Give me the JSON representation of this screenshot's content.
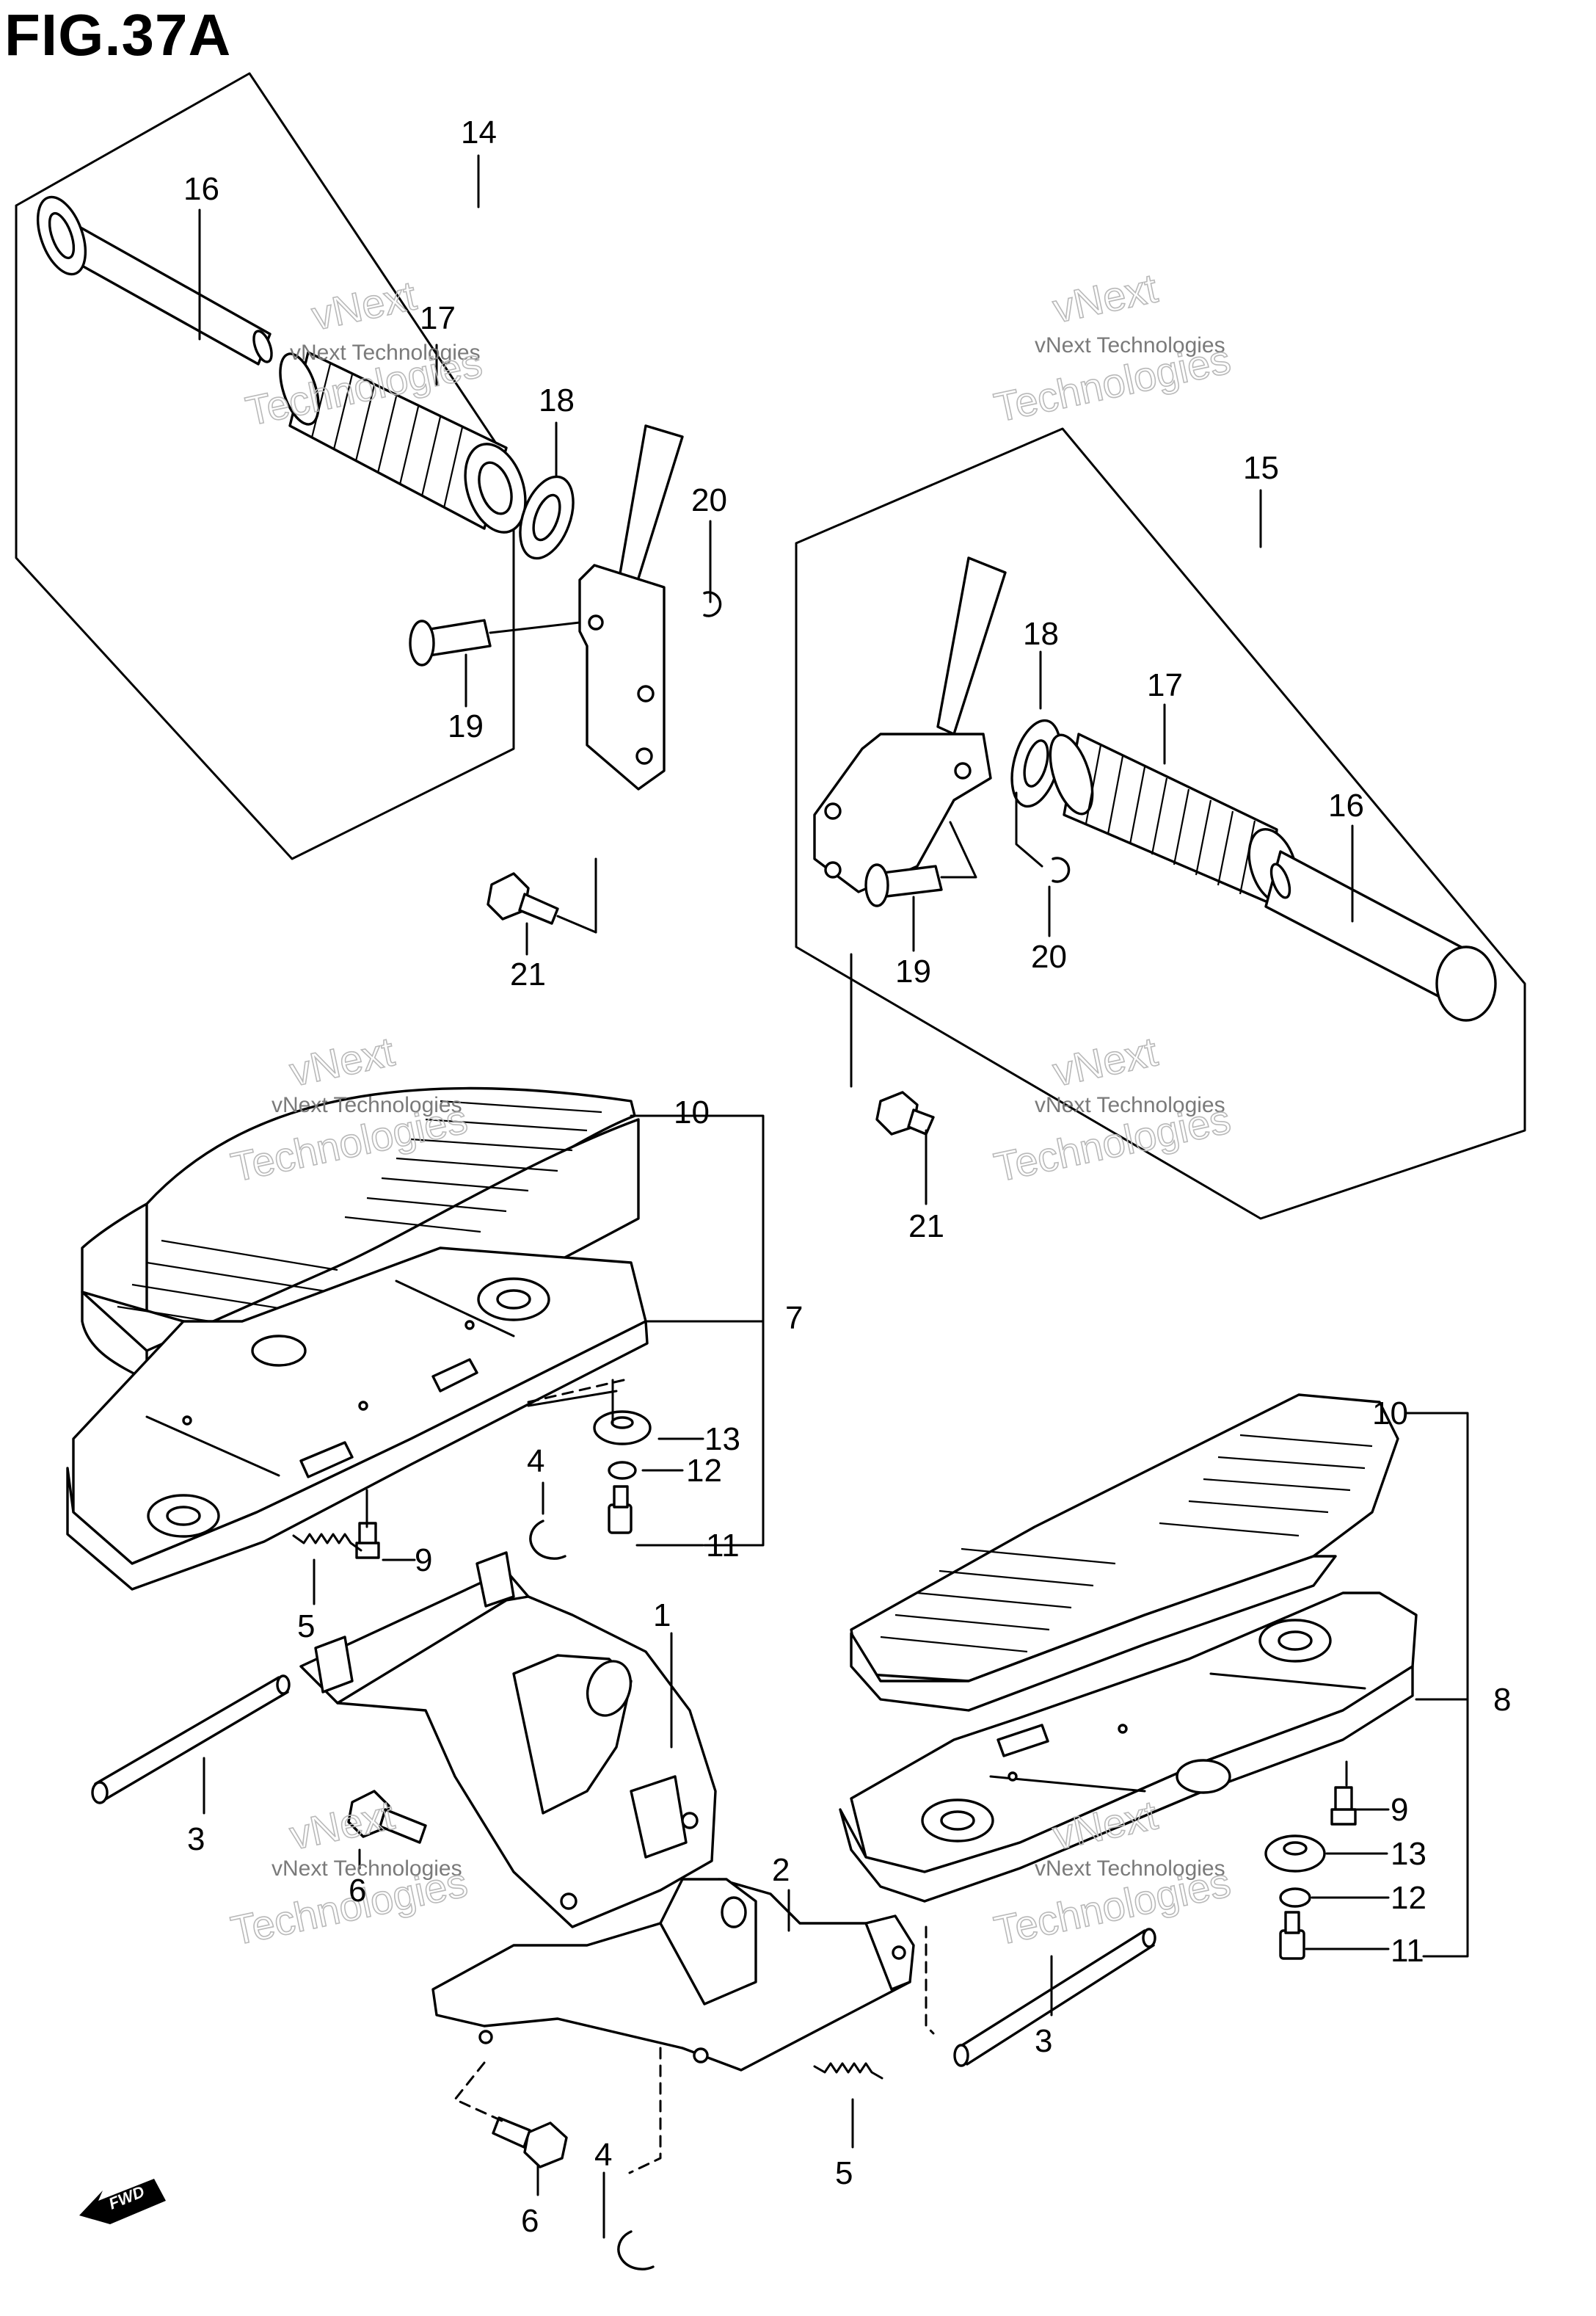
{
  "figure": {
    "title": "FIG.37A"
  },
  "watermark": {
    "line1": "vNext Technologies",
    "line2": "vNext",
    "line3": "Technologies"
  },
  "fwd_label": "FWD",
  "callouts": {
    "c1": "1",
    "c2": "2",
    "c3a": "3",
    "c3b": "3",
    "c4a": "4",
    "c4b": "4",
    "c5a": "5",
    "c5b": "5",
    "c6a": "6",
    "c6b": "6",
    "c7": "7",
    "c8": "8",
    "c9a": "9",
    "c9b": "9",
    "c10a": "10",
    "c10b": "10",
    "c11a": "11",
    "c11b": "11",
    "c12a": "12",
    "c12b": "12",
    "c13a": "13",
    "c13b": "13",
    "c14": "14",
    "c15": "15",
    "c16a": "16",
    "c16b": "16",
    "c17a": "17",
    "c17b": "17",
    "c18a": "18",
    "c18b": "18",
    "c19a": "19",
    "c19b": "19",
    "c20a": "20",
    "c20b": "20",
    "c21a": "21",
    "c21b": "21"
  }
}
